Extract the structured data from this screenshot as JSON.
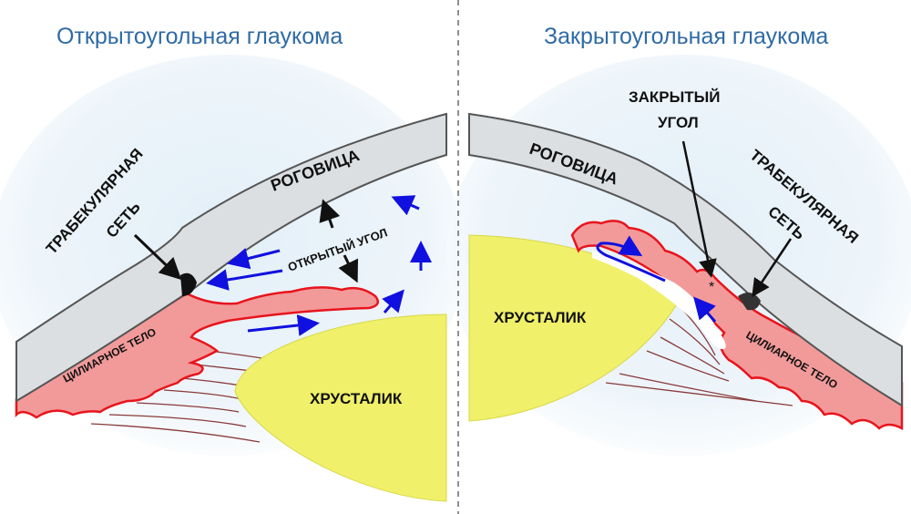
{
  "left_panel": {
    "title": "Открытоугольная глаукома",
    "labels": {
      "cornea": "РОГОВИЦА",
      "trabecular_1": "ТРАБЕКУЛЯРНАЯ",
      "trabecular_2": "СЕТЬ",
      "angle": "ОТКРЫТЫЙ УГОЛ",
      "ciliary": "ЦИЛИАРНОЕ ТЕЛО",
      "lens": "ХРУСТАЛИК"
    }
  },
  "right_panel": {
    "title": "Закрытоугольная глаукома",
    "labels": {
      "cornea": "РОГОВИЦА",
      "angle_1": "ЗАКРЫТЫЙ",
      "angle_2": "УГОЛ",
      "trabecular_1": "ТРАБЕКУЛЯРНАЯ",
      "trabecular_2": "СЕТЬ",
      "ciliary": "ЦИЛИАРНОЕ ТЕЛО",
      "lens": "ХРУСТАЛИК"
    }
  },
  "colors": {
    "cornea": "#dcdfe2",
    "ciliary": "#f29a9a",
    "ciliary_outline": "#e8141c",
    "lens": "#f0f06a",
    "flow_arrow": "#1010e0",
    "title": "#2f6aa5",
    "background_tint": "#e4f0f8"
  }
}
